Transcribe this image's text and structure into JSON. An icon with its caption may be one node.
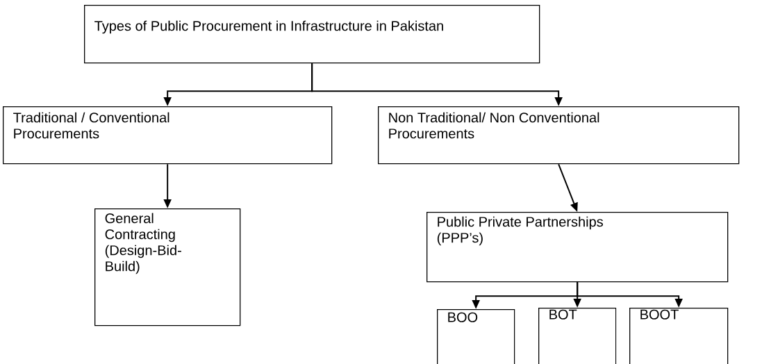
{
  "diagram": {
    "nodes": [
      {
        "text": [
          "Types of Public Procurement in Infrastructure in Pakistan"
        ]
      },
      {
        "text": [
          "Traditional / Conventional Procurements"
        ]
      },
      {
        "text": [
          "Non Traditional/ Non Conventional Procurements"
        ]
      },
      {
        "text": [
          "General Contracting (Design-Bid-Build)"
        ]
      },
      {
        "text": [
          "Public Private Partnerships (PPP’s)"
        ]
      },
      {
        "text": [
          "BOO"
        ]
      },
      {
        "text": [
          "BOT"
        ]
      },
      {
        "text": [
          "BOOT"
        ]
      }
    ],
    "edges": [
      {
        "from": 0,
        "to": 1,
        "arrow": "to"
      },
      {
        "from": 0,
        "to": 2,
        "arrow": "to"
      },
      {
        "from": 1,
        "to": 3,
        "arrow": "to"
      },
      {
        "from": 2,
        "to": 4,
        "arrow": "to"
      },
      {
        "from": 4,
        "to": 5,
        "arrow": "to"
      },
      {
        "from": 4,
        "to": 6,
        "arrow": "to"
      },
      {
        "from": 4,
        "to": 7,
        "arrow": "to"
      }
    ]
  }
}
